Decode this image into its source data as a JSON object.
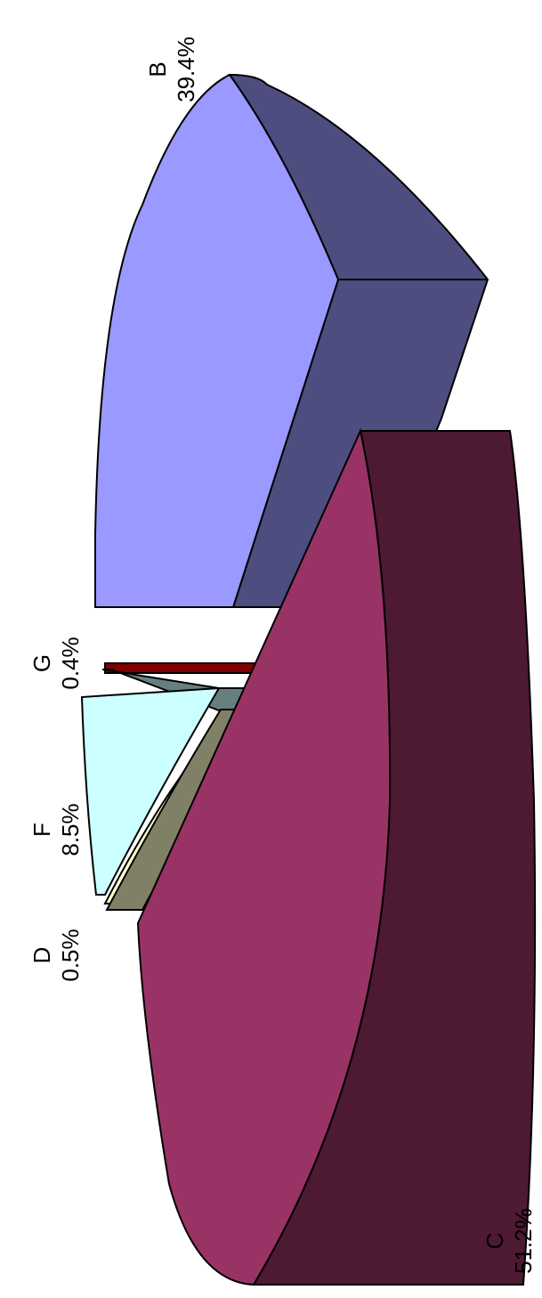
{
  "chart_data": {
    "type": "pie",
    "style": "3d-exploded",
    "orientation": "rotated-90-ccw",
    "slices": [
      {
        "label": "B",
        "value": 39.4,
        "value_label": "39.4%",
        "color": "#9999FF"
      },
      {
        "label": "C",
        "value": 51.2,
        "value_label": "51.2%",
        "color": "#993366"
      },
      {
        "label": "D",
        "value": 0.5,
        "value_label": "0.5%",
        "color": "#FFFFCC"
      },
      {
        "label": "F",
        "value": 8.5,
        "value_label": "8.5%",
        "color": "#CCFFFF"
      },
      {
        "label": "G",
        "value": 0.4,
        "value_label": "0.4%",
        "color": "#800000"
      }
    ],
    "legend": "none",
    "title": ""
  }
}
